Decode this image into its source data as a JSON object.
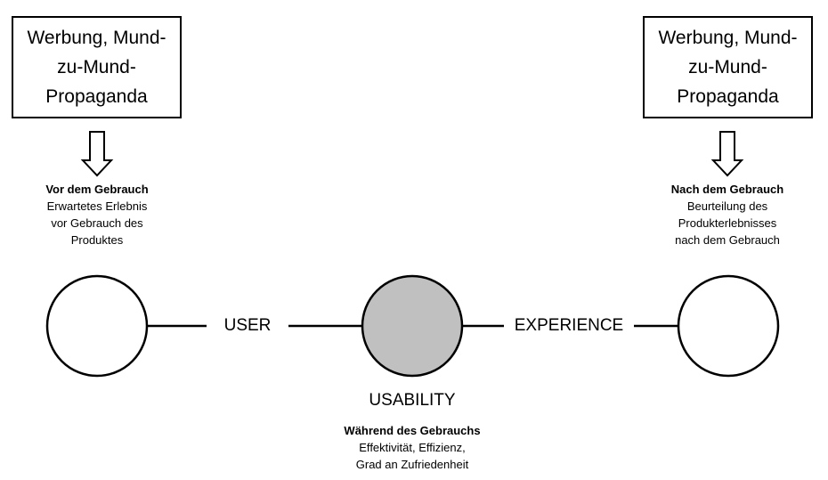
{
  "boxes": {
    "left": {
      "lines": [
        "Werbung, Mund-",
        "zu-Mund-",
        "Propaganda"
      ]
    },
    "right": {
      "lines": [
        "Werbung, Mund-",
        "zu-Mund-",
        "Propaganda"
      ]
    }
  },
  "notes": {
    "before": {
      "title": "Vor dem Gebrauch",
      "lines": [
        "Erwartetes Erlebnis",
        "vor Gebrauch des",
        "Produktes"
      ]
    },
    "after": {
      "title": "Nach dem Gebrauch",
      "lines": [
        "Beurteilung des",
        "Produkterlebnisses",
        "nach dem Gebrauch"
      ]
    },
    "during": {
      "title": "Während des Gebrauchs",
      "lines": [
        "Effektivität, Effizienz,",
        "Grad an Zufriedenheit"
      ]
    }
  },
  "labels": {
    "user": "USER",
    "experience": "EXPERIENCE",
    "usability": "USABILITY"
  },
  "colors": {
    "stroke": "#000000",
    "center_fill": "#c0c0c0",
    "outer_fill": "#ffffff"
  }
}
